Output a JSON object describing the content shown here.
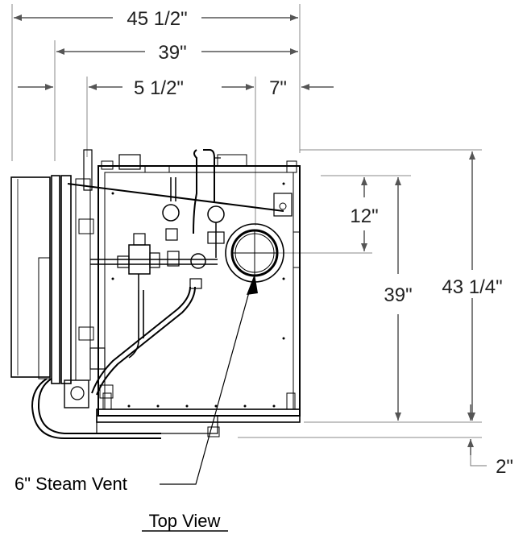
{
  "dimensions": {
    "overall_width": "45 1/2\"",
    "body_width": "39\"",
    "left_offset": "5 1/2\"",
    "vent_offset": "7\"",
    "vent_from_front": "12\"",
    "body_depth": "39\"",
    "overall_depth": "43 1/4\"",
    "bottom_offset": "2\""
  },
  "labels": {
    "steam_vent": "6\" Steam Vent",
    "view_title": "Top View"
  },
  "colors": {
    "line": "#000000",
    "dim_line": "#555555",
    "extension": "#999999"
  }
}
